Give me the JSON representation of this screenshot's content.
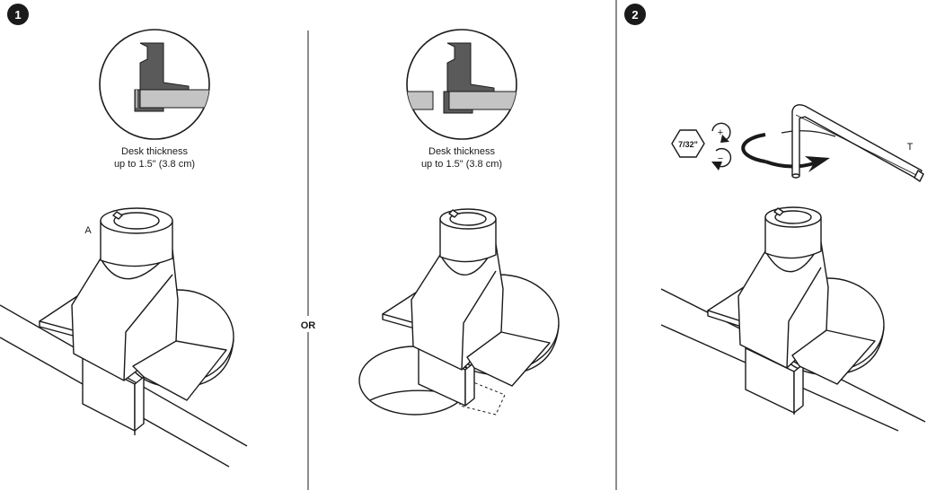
{
  "steps": {
    "step1": "1",
    "step2": "2"
  },
  "option_a": {
    "thickness_line1": "Desk thickness",
    "thickness_line2": "up to 1.5\" (3.8 cm)",
    "part_label": "A"
  },
  "separator": {
    "or": "OR"
  },
  "option_b": {
    "thickness_line1": "Desk thickness",
    "thickness_line2": "up to 1.5\" (3.8 cm)"
  },
  "tool": {
    "hex_size": "7/32\"",
    "tool_label": "T",
    "tighten_symbol": "+",
    "loosen_symbol": "−"
  },
  "colors": {
    "ink": "#1a1a1a",
    "mount_dark": "#5a5a5a",
    "desk_gray": "#c4c4c4",
    "badge": "#1a1a1a"
  }
}
